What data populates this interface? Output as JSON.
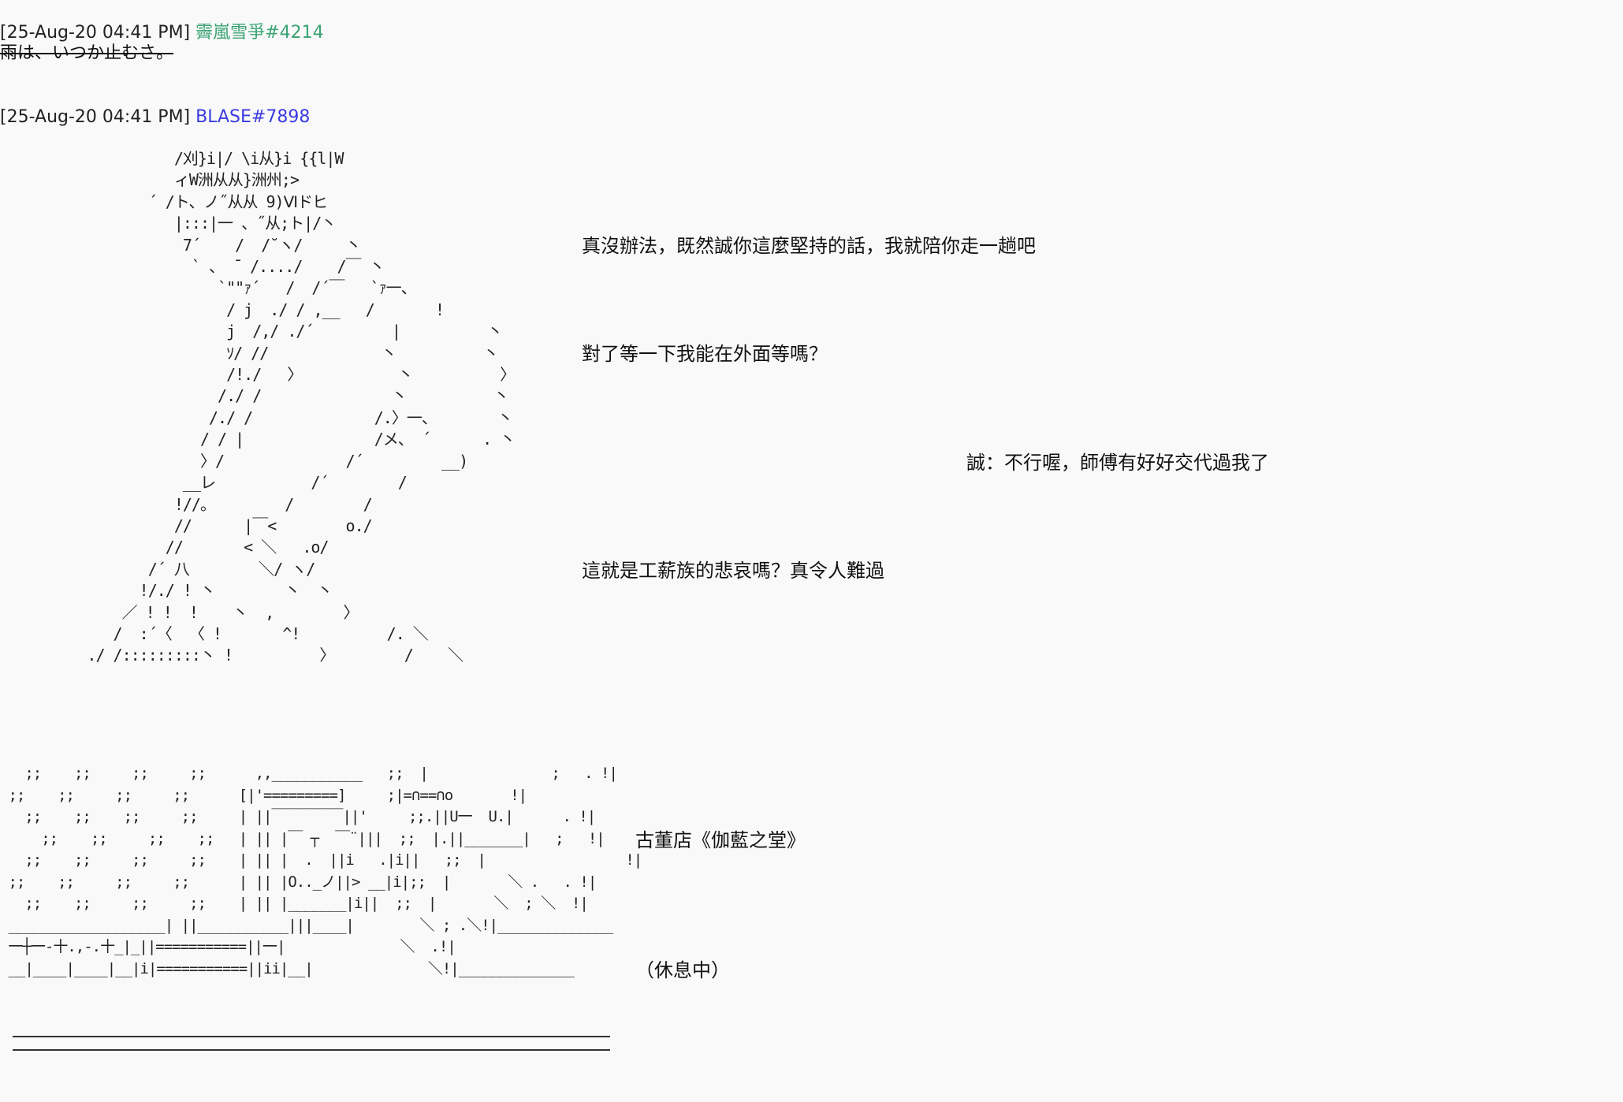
{
  "messages": [
    {
      "timestamp": "[25-Aug-20 04:41 PM]",
      "username": "霽嵐雪爭#4214",
      "username_color": "#3aa374",
      "text": "雨は、いつか止むさ。"
    },
    {
      "timestamp": "[25-Aug-20 04:41 PM]",
      "username": "BLASE#7898",
      "username_color": "#3b3be0"
    }
  ],
  "ascii_art": {
    "figure": "                    /刈}i|/ \\i从}i {{l|W\n                    ィW洲从从}洲州;>\n                 ´ /ト、ノ˝从从 9)Ⅵドヒ\n                    |:::|一 、˝从;ト|/丶\n                     7´    /  /˘ヽ/     丶\n                      ` 、 ̄  /..../    /￣ 丶\n                         `\"\"ｧ´   /  /´￣   `ｧ一、\n                          / j  ./ / ,__   /       !\n                          j  /,/ ./´         |          丶\n                          ｿ/ //             丶          丶\n                          /!./   〉           丶          〉\n                         /./ /               丶          丶\n                        /./ /              /.〉一、       丶\n                       / / |               /メ、 ´      . 丶\n                       〉/              /´         __)\n                     __レ           /´        / \n                    !//。        /        /\n                    //      |￣<        o./\n                   //       < ＼   .o/\n                 /´ 八        ＼/ ヽ/\n                !/./ ! 丶        丶  丶\n              ／ ! !  !    丶  ,        〉\n             /  :´〈  〈 !       ^!          /. ＼\n          ./ /:::::::::丶 !          〉        /    ＼",
    "shop": "   ;;    ;;     ;;     ;;      ,,___________   ;;  |               ;   . !|\n ;;    ;;     ;;     ;;      [|'=========]     ;|=∩==∩ο       !|\n   ;;    ;;    ;;     ;;     | ||￣￣￣￣￣||'     ;;.||U一  U.|      . !|\n     ;;    ;;     ;;    ;;   | || |￣ ┬  ￣¨|||  ;;  |.||_______|   ;   !|\n   ;;    ;;     ;;     ;;    | || |  .  ||i   .|i||   ;;  |                 !|\n ;;    ;;     ;;     ;;      | || |O.._ノ||> __|i|;;  |       ＼ .   . !|\n   ;;    ;;     ;;     ;;    | || |_______|i||  ;;  |       ＼  ; ＼  !|\n ___________________| ||___________|||____|        ＼ ; .＼!|______________\n 一┼一-十.,-.十_|_||===========||一|              ＼  .!|\n __|____|____|__|i|===========||ii|__|              ＼!|______________"
  },
  "dialogue": [
    "真沒辦法，既然誠你這麼堅持的話，我就陪你走一趟吧",
    "對了等一下我能在外面等嗎？",
    "誠：不行喔，師傅有好好交代過我了",
    "這就是工薪族的悲哀嗎？真令人難過",
    "古董店《伽藍之堂》",
    "（休息中）"
  ]
}
